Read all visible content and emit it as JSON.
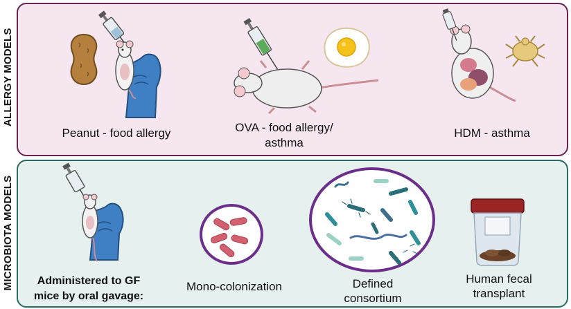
{
  "side_labels": {
    "allergy": "ALLERGY MODELS",
    "microbiota": "MICROBIOTA MODELS"
  },
  "allergy_models": [
    {
      "caption": "Peanut - food allergy"
    },
    {
      "caption_line1": "OVA - food allergy/",
      "caption_line2": "asthma"
    },
    {
      "caption": "HDM - asthma"
    }
  ],
  "microbiota_models": {
    "admin_line1": "Administered to GF",
    "admin_line2": "mice  by oral gavage:",
    "items": [
      {
        "caption": "Mono-colonization"
      },
      {
        "caption_line1": "Defined",
        "caption_line2": "consortium"
      },
      {
        "caption_line1": "Human fecal",
        "caption_line2": "transplant"
      }
    ]
  },
  "colors": {
    "allergy_panel_bg": "#f6e6f0",
    "allergy_panel_border": "#6a2450",
    "microbiota_panel_bg": "#e6f1ef",
    "microbiota_panel_border": "#2a6b63",
    "glove": "#3f7fc4",
    "bacteria_pink": "#d2606e",
    "circle_border": "#6b2f8a"
  },
  "icons": [
    "syringe-icon",
    "peanut-icon",
    "mouse-icon",
    "gloved-hand-icon",
    "fried-egg-icon",
    "dust-mite-icon",
    "bacteria-icon",
    "stool-container-icon"
  ]
}
